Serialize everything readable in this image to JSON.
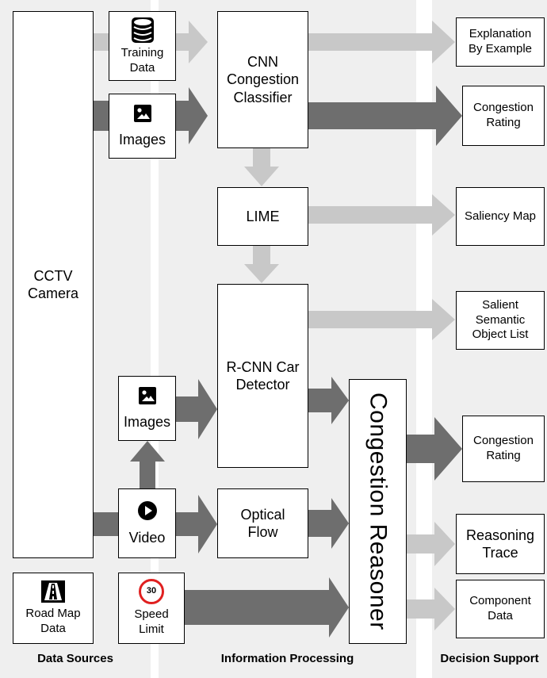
{
  "columns": {
    "data_sources": "Data Sources",
    "information_processing": "Information Processing",
    "decision_support": "Decision Support"
  },
  "sources": {
    "cctv": "CCTV\nCamera",
    "training_data": "Training\nData",
    "images_top": "Images",
    "images_mid": "Images",
    "video": "Video",
    "road_map": "Road Map\nData",
    "speed_limit": "Speed\nLimit",
    "speed_sign_value": "30"
  },
  "processing": {
    "cnn": "CNN\nCongestion\nClassifier",
    "lime": "LIME",
    "rcnn": "R-CNN Car\nDetector",
    "optical_flow": "Optical\nFlow",
    "reasoner": "Congestion Reasoner"
  },
  "outputs": {
    "explanation": "Explanation\nBy Example",
    "congestion_rating_1": "Congestion\nRating",
    "saliency_map": "Saliency Map",
    "salient_list": "Salient\nSemantic\nObject List",
    "congestion_rating_2": "Congestion\nRating",
    "reasoning_trace": "Reasoning\nTrace",
    "component_data": "Component\nData"
  },
  "colors": {
    "column_bg": "#efefef",
    "arrow_light": "#c8c8c8",
    "arrow_dark": "#6e6e6e"
  }
}
